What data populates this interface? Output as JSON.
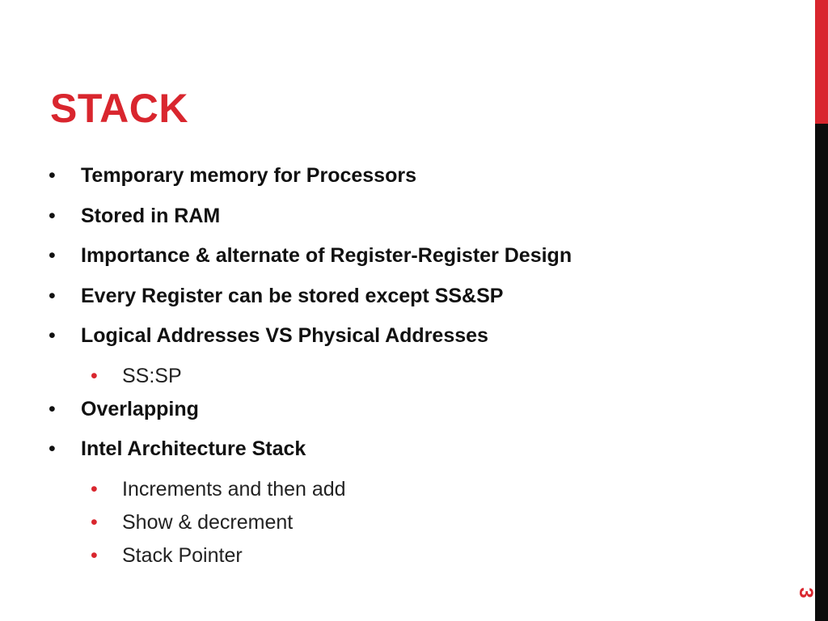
{
  "slide": {
    "title": "Stack",
    "bullet_glyph": "•",
    "bullets": [
      {
        "level": 1,
        "text": "Temporary memory for Processors"
      },
      {
        "level": 1,
        "text": "Stored in RAM"
      },
      {
        "level": 1,
        "text": "Importance & alternate of Register-Register Design"
      },
      {
        "level": 1,
        "text": "Every Register can be stored except SS&SP"
      },
      {
        "level": 1,
        "text": "Logical Addresses VS Physical Addresses"
      },
      {
        "level": 2,
        "text": "SS:SP"
      },
      {
        "level": 1,
        "text": "Overlapping"
      },
      {
        "level": 1,
        "text": "Intel Architecture Stack"
      },
      {
        "level": 2,
        "text": "Increments and then add"
      },
      {
        "level": 2,
        "text": "Show & decrement"
      },
      {
        "level": 2,
        "text": "Stack Pointer"
      }
    ],
    "slide_number": "3"
  },
  "colors": {
    "accent": "#d9262e",
    "text": "#111111",
    "sidebar": "#0c0c0c"
  }
}
